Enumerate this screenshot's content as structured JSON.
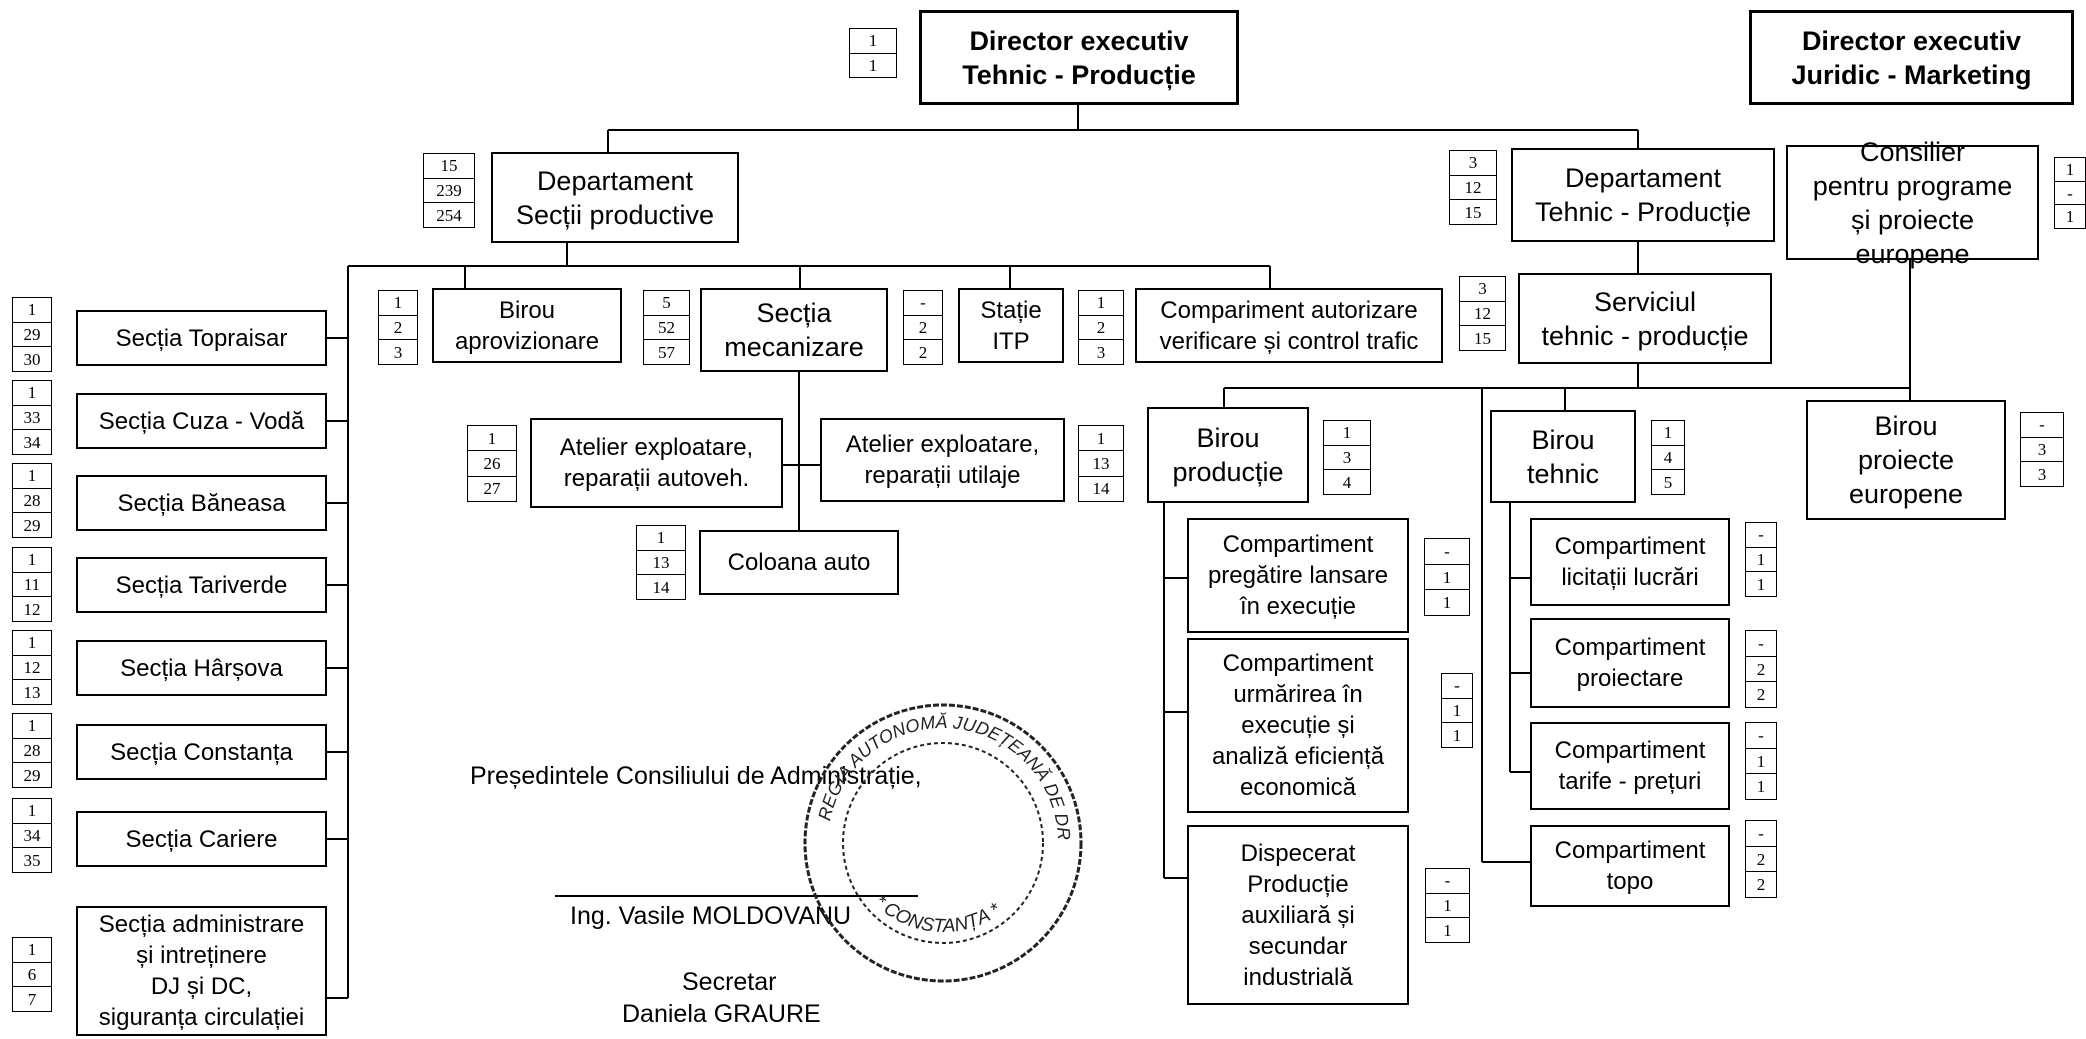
{
  "nodes": {
    "dir_tehnic": "Director executiv\nTehnic - Producție",
    "dir_juridic": "Director executiv\nJuridic - Marketing",
    "dep_sectii": "Departament\nSecții productive",
    "dep_tehnic": "Departament\nTehnic - Producție",
    "consilier": "Consilier\npentru programe\nși proiecte\neuropene",
    "serviciul": "Serviciul\ntehnic - producție",
    "birou_aprov": "Birou\naprovizionare",
    "sectia_mec": "Secția\nmecanizare",
    "statie_itp": "Stație\nITP",
    "compartiment_autorizare": "Compariment autorizare\nverificare și control trafic",
    "atelier_auto": "Atelier exploatare,\nreparații autoveh.",
    "atelier_utilaje": "Atelier exploatare,\nreparații utilaje",
    "coloana_auto": "Coloana auto",
    "birou_productie": "Birou\nproducție",
    "birou_tehnic": "Birou\ntehnic",
    "birou_proiecte": "Birou\nproiecte\neuropene",
    "comp_pregatire": "Compartiment\npregătire lansare\nîn execuție",
    "comp_urmarirea": "Compartiment\nurmărirea în\nexecuție și\nanaliză eficiență\neconomică",
    "dispecerat": "Dispecerat\nProducție\nauxiliară și\nsecundar\nindustrială",
    "comp_licitatii": "Compartiment\nlicitații lucrări",
    "comp_proiectare": "Compartiment\nproiectare",
    "comp_tarife": "Compartiment\ntarife - prețuri",
    "comp_topo": "Compartiment\ntopo",
    "sectia_topraisar": "Secția Topraisar",
    "sectia_cuza": "Secția Cuza - Vodă",
    "sectia_baneasa": "Secția Băneasa",
    "sectia_tariverde": "Secția Tariverde",
    "sectia_harsova": "Secția Hârșova",
    "sectia_constanta": "Secția Constanța",
    "sectia_cariere": "Secția Cariere",
    "sectia_admin": "Secția administrare\nși intreținere\nDJ și DC,\nsiguranța circulației"
  },
  "counts": {
    "dir_tehnic": [
      "1",
      "1"
    ],
    "dep_sectii": [
      "15",
      "239",
      "254"
    ],
    "dep_tehnic": [
      "3",
      "12",
      "15"
    ],
    "consilier": [
      "1",
      "-",
      "1"
    ],
    "serviciul": [
      "3",
      "12",
      "15"
    ],
    "birou_aprov": [
      "1",
      "2",
      "3"
    ],
    "sectia_mec": [
      "5",
      "52",
      "57"
    ],
    "statie_itp": [
      "-",
      "2",
      "2"
    ],
    "compartiment_autorizare": [
      "1",
      "2",
      "3"
    ],
    "atelier_auto": [
      "1",
      "26",
      "27"
    ],
    "atelier_utilaje": [
      "1",
      "13",
      "14"
    ],
    "coloana_auto": [
      "1",
      "13",
      "14"
    ],
    "birou_productie": [
      "1",
      "3",
      "4"
    ],
    "birou_tehnic": [
      "1",
      "4",
      "5"
    ],
    "birou_proiecte": [
      "-",
      "3",
      "3"
    ],
    "comp_pregatire": [
      "-",
      "1",
      "1"
    ],
    "comp_urmarirea": [
      "-",
      "1",
      "1"
    ],
    "dispecerat": [
      "-",
      "1",
      "1"
    ],
    "comp_licitatii": [
      "-",
      "1",
      "1"
    ],
    "comp_proiectare": [
      "-",
      "2",
      "2"
    ],
    "comp_tarife": [
      "-",
      "1",
      "1"
    ],
    "comp_topo": [
      "-",
      "2",
      "2"
    ],
    "sectia_topraisar": [
      "1",
      "29",
      "30"
    ],
    "sectia_cuza": [
      "1",
      "33",
      "34"
    ],
    "sectia_baneasa": [
      "1",
      "28",
      "29"
    ],
    "sectia_tariverde": [
      "1",
      "11",
      "12"
    ],
    "sectia_harsova": [
      "1",
      "12",
      "13"
    ],
    "sectia_constanta": [
      "1",
      "28",
      "29"
    ],
    "sectia_cariere": [
      "1",
      "34",
      "35"
    ],
    "sectia_admin": [
      "1",
      "6",
      "7"
    ]
  },
  "signature": {
    "president_label": "Președintele Consiliului de Administrație,",
    "president_name": "Ing. Vasile MOLDOVANU",
    "secretary_label": "Secretar",
    "secretary_name": "Daniela GRAURE"
  },
  "stamp": {
    "text_top": "REGIA AUTONOMĂ JUDEȚEANĂ DE DRUMURI",
    "text_bottom": "* CONSTANȚA *"
  }
}
